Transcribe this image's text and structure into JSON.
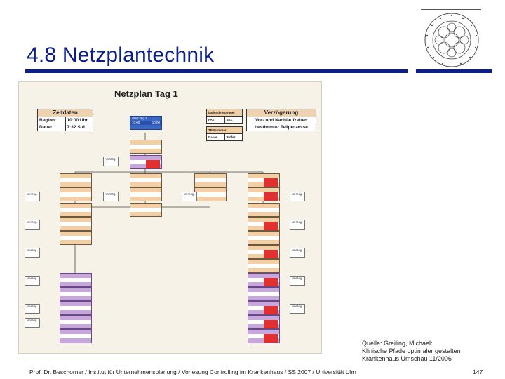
{
  "slide": {
    "title": "4.8 Netzplantechnik",
    "source_lines": [
      "Quelle: Greiling, Michael:",
      "Klinische Pfade optimaler gestalten",
      "Krankenhaus Umschau 11/2006"
    ],
    "footer": "Prof. Dr. Beschorner / Institut für Unternehmensplanung / Vorlesung Controlling im Krankenhaus / SS 2007 / Universität Ulm",
    "page_number": "147"
  },
  "figure": {
    "title": "Netzplan Tag 1",
    "zeitdaten": {
      "header": "Zeitdaten",
      "begin_label": "Beginn:",
      "begin_value": "10:00 Uhr",
      "duration_label": "Dauer:",
      "duration_value": "7:32 Std."
    },
    "legend": {
      "col1": "laufende Nummer",
      "col2": "FAZ",
      "col3": "SEZ",
      "item": "TP-Nummer",
      "dur": "Dauer",
      "puffer": "Puffer"
    },
    "verzoegerung": {
      "header": "Verzögerung",
      "line1": "Vor- und Nachlaufzeiten",
      "line2": "bestimmter Teilprozesse"
    },
    "side_label": "Verzög.",
    "start_node": {
      "top": "Start Tag 1",
      "mid": "10:00",
      "bot": "10:00"
    },
    "colors": {
      "peach": "#f3cfa6",
      "blue": "#3b66c4",
      "purple": "#c8a8dc",
      "red": "#e03030"
    }
  }
}
